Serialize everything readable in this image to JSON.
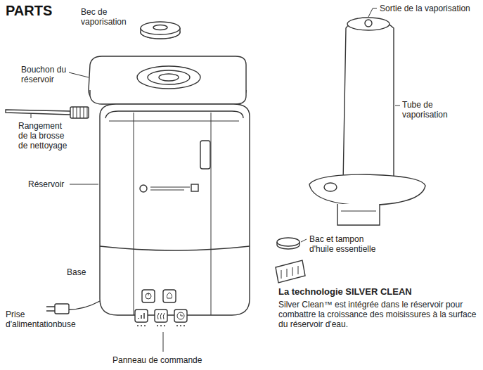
{
  "diagram": {
    "title": "PARTS",
    "labels": [
      "Bec de vaporisation",
      "Bouchon du réservoir",
      "Rangement de la brosse de nettoyage",
      "Réservoir",
      "Base",
      "Prise d'alimentationbuse",
      "Panneau de commande",
      "Sortie de la vaporisation",
      "Tube de vaporisation",
      "Bac et tampon d'huile essentielle",
      "La technologie SILVER CLEAN",
      "Silver Clean™ est intégrée dans le réservoir pour combattre la croissance des moisissures à la surface du réservoir d'eau."
    ]
  }
}
